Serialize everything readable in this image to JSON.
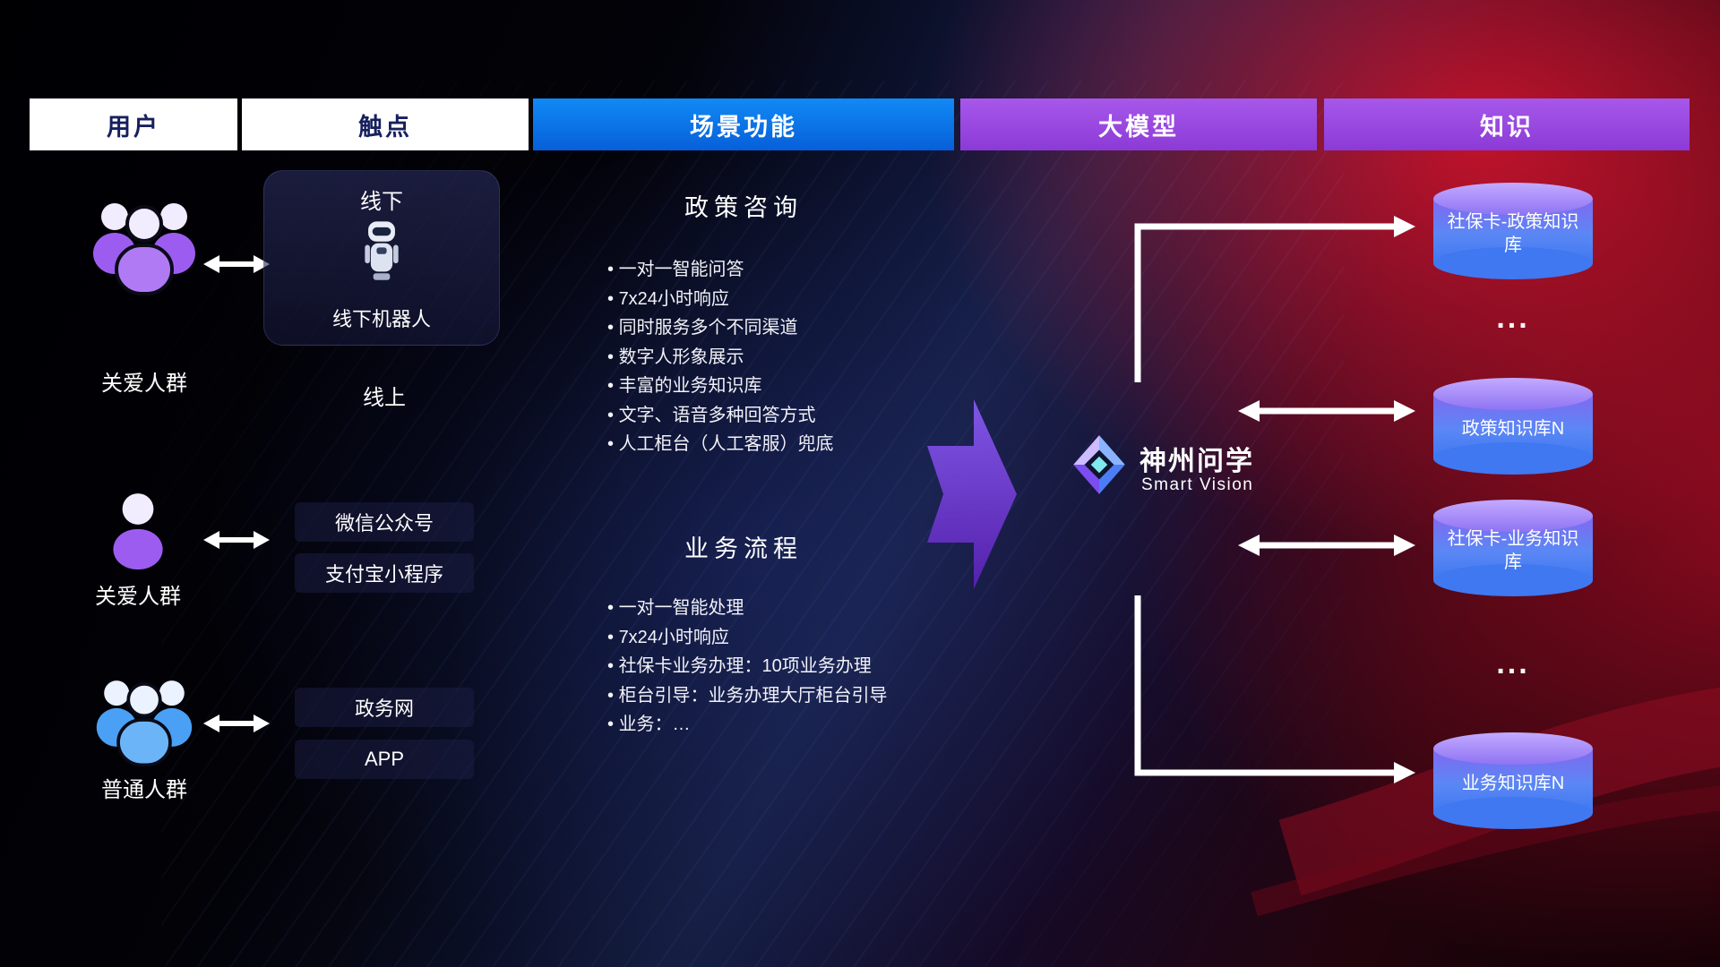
{
  "headers": [
    {
      "label": "用户"
    },
    {
      "label": "触点"
    },
    {
      "label": "场景功能"
    },
    {
      "label": "大模型"
    },
    {
      "label": "知识"
    }
  ],
  "users": [
    {
      "label": "关爱人群"
    },
    {
      "label": "关爱人群"
    },
    {
      "label": "普通人群"
    }
  ],
  "touchpoints": {
    "offline_title": "线下",
    "offline_robot_label": "线下机器人",
    "online_title": "线上",
    "channels": [
      "微信公众号",
      "支付宝小程序",
      "政务网",
      "APP"
    ]
  },
  "scenarios": [
    {
      "title": "政策咨询",
      "items": [
        "一对一智能问答",
        "7x24小时响应",
        "同时服务多个不同渠道",
        "数字人形象展示",
        "丰富的业务知识库",
        "文字、语音多种回答方式",
        "人工柜台（人工客服）兜底"
      ]
    },
    {
      "title": "业务流程",
      "items": [
        "一对一智能处理",
        "7x24小时响应",
        "社保卡业务办理：10项业务办理",
        "柜台引导：业务办理大厅柜台引导",
        "业务：…"
      ]
    }
  ],
  "model": {
    "name": "神州问学",
    "subtitle": "Smart Vision"
  },
  "knowledge": {
    "databases": [
      "社保卡-政策知识库",
      "政策知识库N",
      "社保卡-业务知识库",
      "业务知识库N"
    ],
    "ellipsis": "..."
  },
  "colors": {
    "header_blue": "#0b6ce8",
    "header_purple": "#9a4be0",
    "user_purple": "#9d5cf0",
    "user_blue": "#4aa0f5",
    "db_top": "#a98ef5",
    "db_body": "#3f78f0",
    "arrow": "#ffffff",
    "big_arrow": "#7c3aed"
  }
}
